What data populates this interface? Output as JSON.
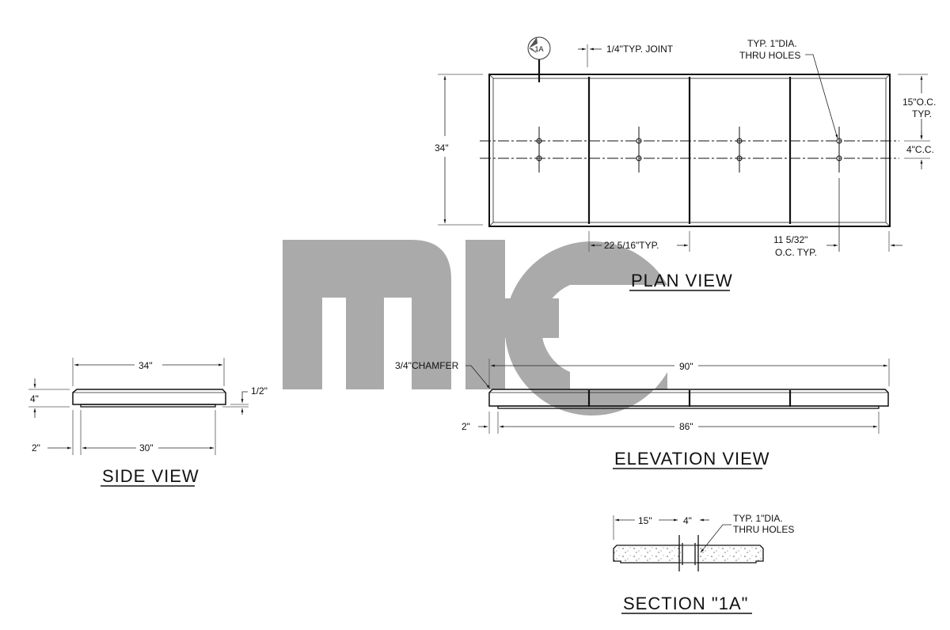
{
  "watermark": {
    "text": "MTC",
    "color": "#aaaaaa"
  },
  "plan_view": {
    "title": "PLAN VIEW",
    "section_marker": "1A",
    "joint_note": "1/4\"TYP. JOINT",
    "holes_note_line1": "TYP. 1\"DIA.",
    "holes_note_line2": "THRU HOLES",
    "width_dim": "34\"",
    "oc_dim_line1": "15\"O.C.",
    "oc_dim_line2": "TYP.",
    "cc_dim": "4\"C.C.",
    "panel_dim": "22 5/16\"TYP.",
    "hole_oc_line1": "11 5/32\"",
    "hole_oc_line2": "O.C. TYP."
  },
  "side_view": {
    "title": "SIDE VIEW",
    "top_dim": "34\"",
    "height_dim": "4\"",
    "step_dim": "1/2\"",
    "offset_dim": "2\"",
    "bottom_dim": "30\""
  },
  "elevation_view": {
    "title": "ELEVATION VIEW",
    "chamfer_note": "3/4\"CHAMFER",
    "top_dim": "90\"",
    "offset_dim": "2\"",
    "bottom_dim": "86\""
  },
  "section_1a": {
    "title": "SECTION \"1A\"",
    "left_dim": "15\"",
    "center_dim": "4\"",
    "holes_note_line1": "TYP. 1\"DIA.",
    "holes_note_line2": "THRU HOLES"
  }
}
